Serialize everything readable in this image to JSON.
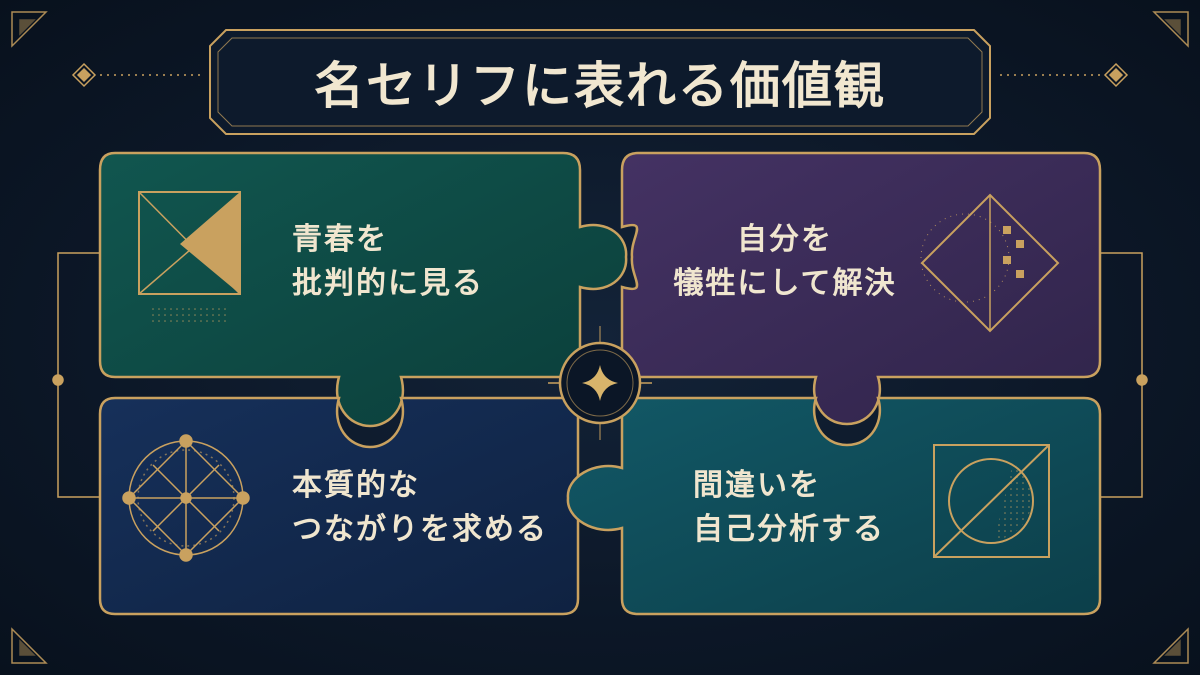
{
  "title": "名セリフに表れる価値観",
  "pieces": [
    {
      "lines": [
        "青春を",
        "批判的に見る"
      ],
      "color": "#0f4a45",
      "icon": "triangle-square-icon"
    },
    {
      "lines": [
        "自分を",
        "犠牲にして解決"
      ],
      "color": "#3a2b55",
      "icon": "diamond-icon"
    },
    {
      "lines": [
        "本質的な",
        "つながりを求める"
      ],
      "color": "#12284a",
      "icon": "circle-network-icon"
    },
    {
      "lines": [
        "間違いを",
        "自己分析する"
      ],
      "color": "#0f4a55",
      "icon": "circle-square-icon"
    }
  ],
  "colors": {
    "gold": "#c9a15f",
    "background": "#0c1727"
  }
}
